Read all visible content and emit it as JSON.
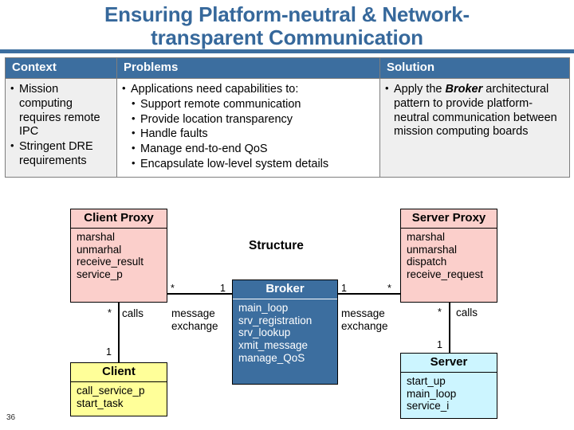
{
  "slide": {
    "title": "Ensuring Platform-neutral & Network-transparent Communication",
    "title_line1": "Ensuring Platform-neutral & Network-",
    "title_line2": "transparent Communication",
    "page_number": "36",
    "accent_color": "#3C6E9F",
    "title_color": "#36689B"
  },
  "table": {
    "headers": [
      "Context",
      "Problems",
      "Solution"
    ],
    "context": {
      "items": [
        "Mission computing requires remote IPC",
        "Stringent DRE requirements"
      ]
    },
    "problems": {
      "lead": "Applications need capabilities to:",
      "items": [
        "Support remote communication",
        "Provide location transparency",
        "Handle faults",
        "Manage end-to-end QoS",
        "Encapsulate low-level system details"
      ]
    },
    "solution": {
      "prefix": "Apply the ",
      "emphasis": "Broker",
      "suffix": " architectural pattern to provide platform-neutral communication between mission computing boards"
    }
  },
  "diagram": {
    "caption": "Structure",
    "boxes": [
      {
        "key": "client_proxy",
        "name": "Client Proxy",
        "color": "#FBCFCB",
        "attributes": [
          "marshal",
          "unmarhal",
          "receive_result",
          "service_p"
        ]
      },
      {
        "key": "server_proxy",
        "name": "Server Proxy",
        "color": "#FBCFCB",
        "attributes": [
          "marshal",
          "unmarshal",
          "dispatch",
          "receive_request"
        ]
      },
      {
        "key": "broker",
        "name": "Broker",
        "color": "#3C6E9F",
        "attributes": [
          "main_loop",
          "srv_registration",
          "srv_lookup",
          "xmit_message",
          "manage_QoS"
        ]
      },
      {
        "key": "client",
        "name": "Client",
        "color": "#FFFF99",
        "attributes": [
          "call_service_p",
          "start_task"
        ]
      },
      {
        "key": "server",
        "name": "Server",
        "color": "#CCF5FF",
        "attributes": [
          "start_up",
          "main_loop",
          "service_i"
        ]
      }
    ],
    "associations": {
      "left_exchange_line1": "message",
      "left_exchange_line2": "exchange",
      "right_exchange_line1": "message",
      "right_exchange_line2": "exchange",
      "client_calls": "calls",
      "server_calls": "calls"
    },
    "multiplicities": {
      "cp_star": "*",
      "broker_left_one": "1",
      "broker_right_one": "1",
      "sp_star": "*",
      "client_star": "*",
      "client_one": "1",
      "server_star": "*",
      "server_one": "1"
    }
  }
}
